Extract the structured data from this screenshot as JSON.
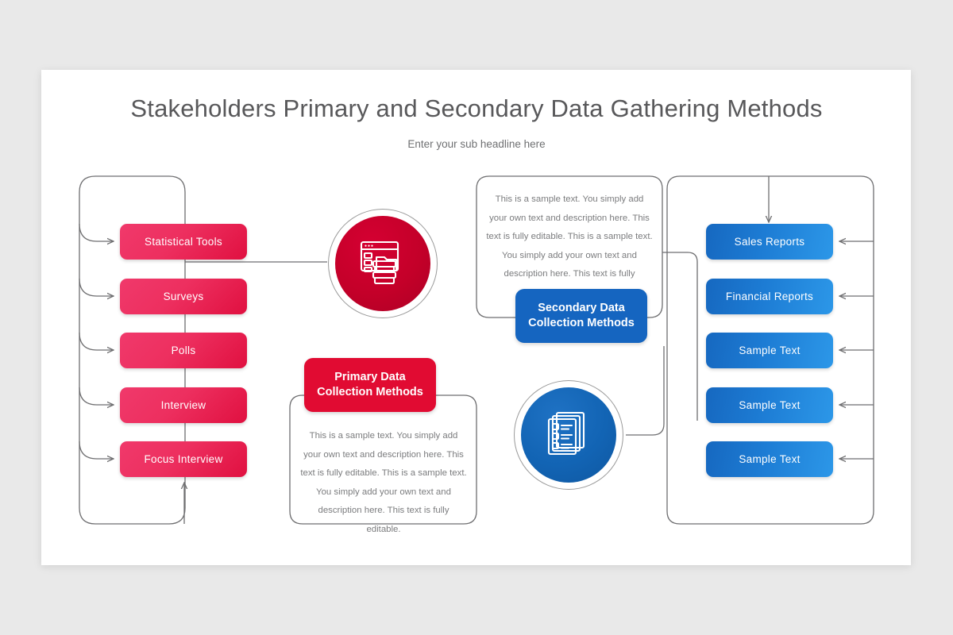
{
  "slide": {
    "title": "Stakeholders Primary and Secondary Data Gathering Methods",
    "subtitle": "Enter your sub headline here",
    "background_color": "#e9e9e9",
    "surface_color": "#ffffff"
  },
  "colors": {
    "red_accent": "#e10b32",
    "red_pill_light": "#f0396b",
    "red_pill_dark": "#e01040",
    "red_circle": "#c40029",
    "blue_accent": "#1565c0",
    "blue_pill_light": "#2c97e8",
    "blue_pill_dark": "#1668c0",
    "blue_circle": "#1264b4",
    "title_text": "#58585a",
    "body_text": "#7b7c7e",
    "connector_line": "#6e6e70"
  },
  "primary": {
    "label": "Primary Data\nCollection Methods",
    "label_line1": "Primary Data",
    "label_line2": "Collection Methods",
    "icon": "browser-documents-icon",
    "description": "This is a sample text. You simply add your own text and description here. This text is fully editable. This is a sample text. You simply add your own text and description here. This text is fully editable.",
    "methods": [
      {
        "label": "Statistical Tools"
      },
      {
        "label": "Surveys"
      },
      {
        "label": "Polls"
      },
      {
        "label": "Interview"
      },
      {
        "label": "Focus Interview"
      }
    ]
  },
  "secondary": {
    "label": "Secondary Data\nCollection Methods",
    "label_line1": "Secondary Data",
    "label_line2": "Collection Methods",
    "icon": "checklist-documents-icon",
    "description": "This is a sample text. You simply add your own text and description here. This text is fully editable. This is a sample text. You simply add your own text and description here. This text is fully editable.",
    "sources": [
      {
        "label": "Sales Reports"
      },
      {
        "label": "Financial Reports"
      },
      {
        "label": "Sample Text"
      },
      {
        "label": "Sample Text"
      },
      {
        "label": "Sample Text"
      }
    ]
  }
}
